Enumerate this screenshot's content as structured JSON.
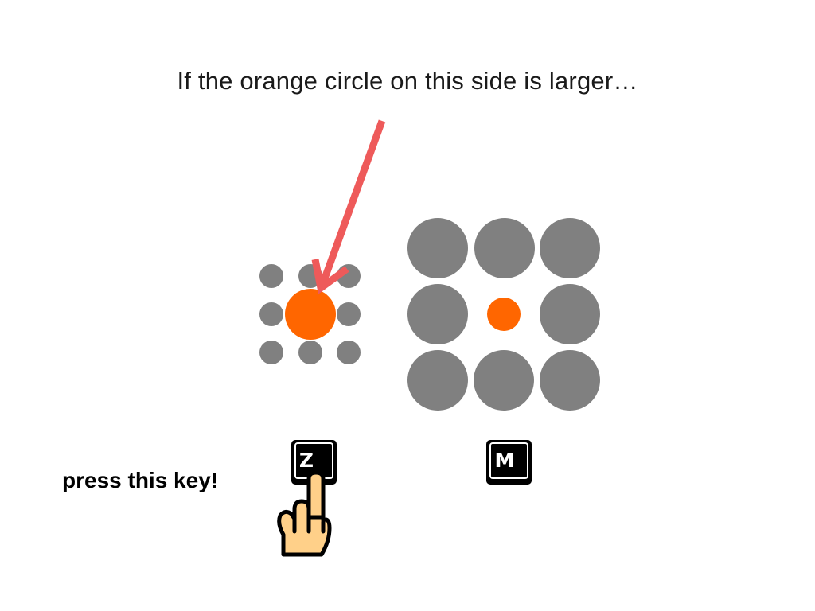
{
  "instruction_text": "If the orange circle on this side is larger…",
  "action_label": "press this key!",
  "left_key": "Z",
  "right_key": "M",
  "colors": {
    "background": "#ffffff",
    "surround_circle": "#808080",
    "target_circle": "#ff6600",
    "arrow": "#ee5a5a",
    "key_fill": "#000000",
    "hand_fill": "#ffd089",
    "hand_outline": "#000000"
  },
  "icons": [
    "arrow-pointer",
    "keyboard-key-z-icon",
    "keyboard-key-m-icon",
    "pointing-hand-icon"
  ]
}
